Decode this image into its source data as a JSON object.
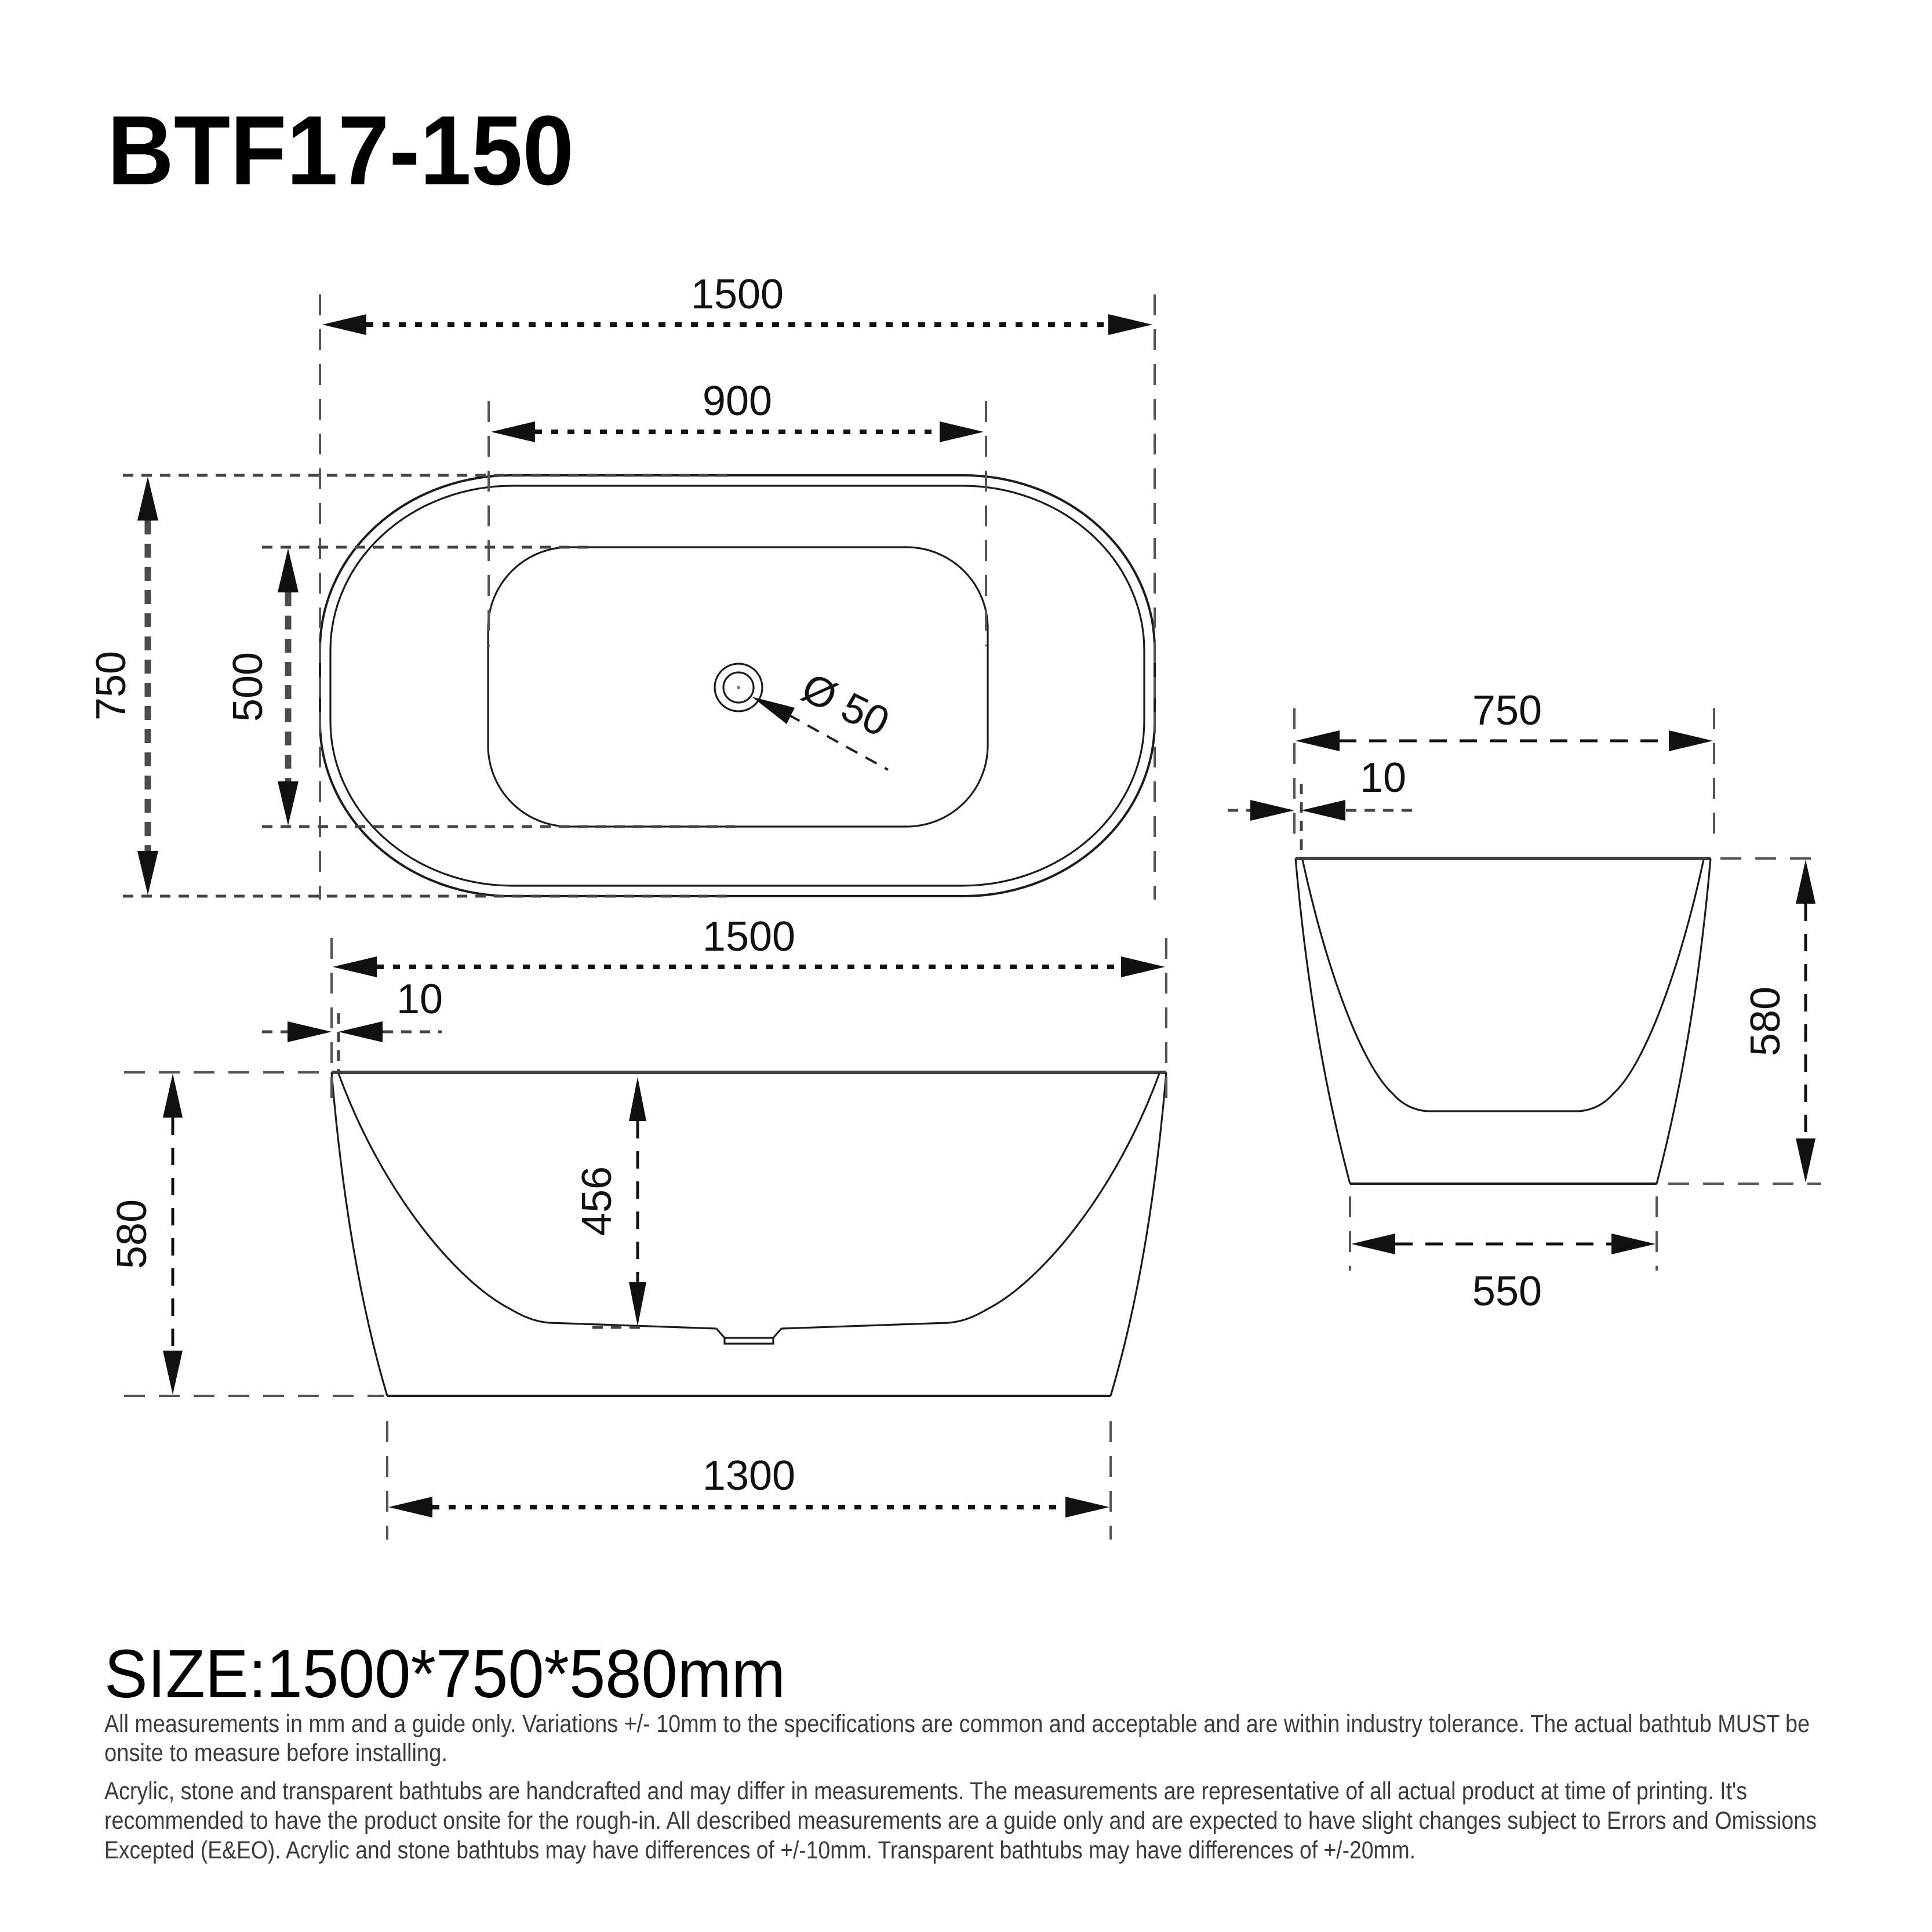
{
  "title": "BTF17-150",
  "size_label": "SIZE:1500*750*580mm",
  "dimensions": {
    "top_view": {
      "overall_length": "1500",
      "inner_length": "900",
      "overall_width": "750",
      "inner_width": "500",
      "drain_diameter": "Ø 50"
    },
    "front_view": {
      "overall_length": "1500",
      "wall_thickness": "10",
      "overall_height": "580",
      "inner_depth": "456",
      "base_length": "1300"
    },
    "end_view": {
      "overall_width": "750",
      "wall_thickness": "10",
      "overall_height": "580",
      "base_width": "550"
    }
  },
  "disclaimers": {
    "p1": [
      "All measurements in mm and a guide only. Variations +/- 10mm to the specifications are common and acceptable and are within industry tolerance. The actual bathtub MUST be",
      "onsite to measure before installing."
    ],
    "p2": [
      "Acrylic, stone and transparent bathtubs are handcrafted and may differ in measurements. The measurements are representative of all actual product at time of printing. It's",
      "recommended to have the product onsite for the rough-in. All described measurements are a guide only and are expected to have slight changes subject to Errors and Omissions",
      "Excepted (E&EO). Acrylic and stone bathtubs may have differences of +/-10mm. Transparent bathtubs may have differences of +/-20mm."
    ]
  },
  "colors": {
    "background": "#ffffff",
    "outline": "#1c1c1c",
    "dimension_line": "#111111",
    "extension_line": "#555555",
    "body_text": "#3c3c3c"
  }
}
